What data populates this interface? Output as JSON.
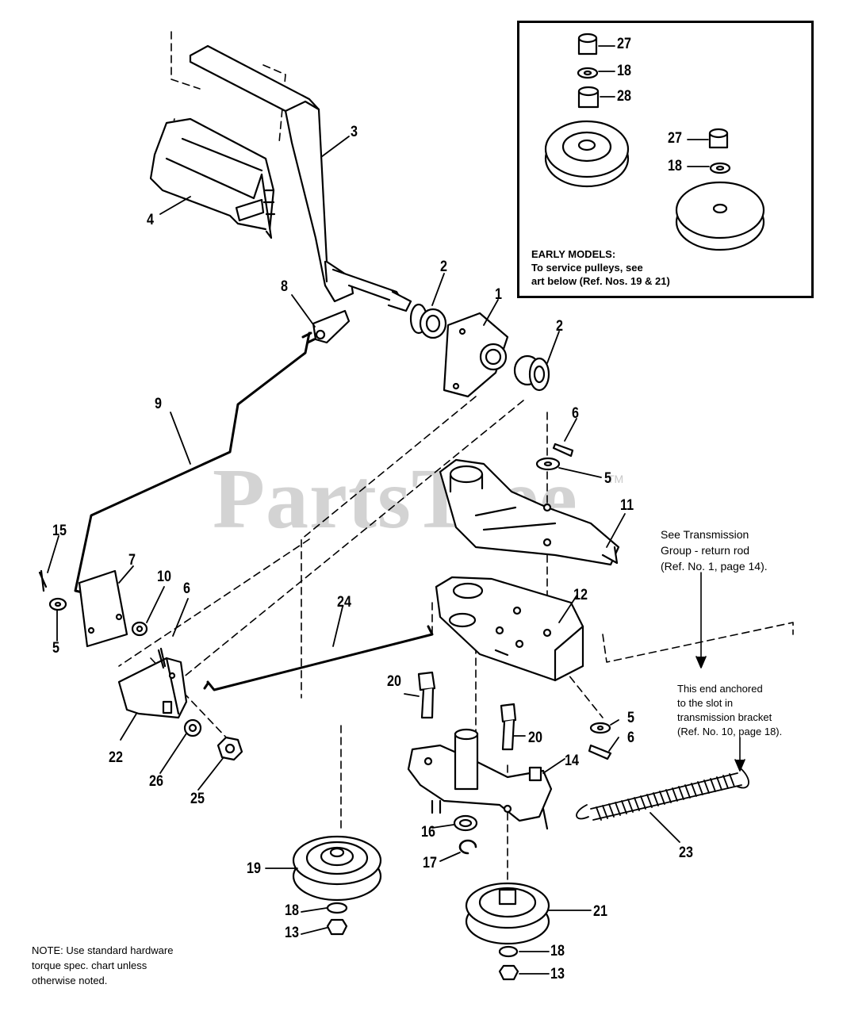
{
  "watermark": {
    "text": "PartsTree",
    "tm": "TM"
  },
  "inset": {
    "callouts": [
      "27",
      "18",
      "28",
      "27",
      "18"
    ],
    "title": "EARLY MODELS:",
    "lines": [
      "To service pulleys, see",
      "art below (Ref. Nos. 19 & 21)"
    ]
  },
  "callouts": {
    "p1": "1",
    "p2a": "2",
    "p2b": "2",
    "p3": "3",
    "p4": "4",
    "p5a": "5",
    "p5b": "5",
    "p5c": "5",
    "p6a": "6",
    "p6b": "6",
    "p6c": "6",
    "p7": "7",
    "p8": "8",
    "p9": "9",
    "p10": "10",
    "p11": "11",
    "p12": "12",
    "p13a": "13",
    "p13b": "13",
    "p14": "14",
    "p15": "15",
    "p16": "16",
    "p17": "17",
    "p18a": "18",
    "p18b": "18",
    "p19": "19",
    "p20a": "20",
    "p20b": "20",
    "p21": "21",
    "p22": "22",
    "p23": "23",
    "p24": "24",
    "p25": "25",
    "p26": "26"
  },
  "notes": {
    "transmission": [
      "See Transmission",
      "Group - return rod",
      "(Ref. No. 1, page 14)."
    ],
    "anchor": [
      "This end anchored",
      "to the slot in",
      "transmission bracket",
      "(Ref. No. 10, page 18)."
    ],
    "torque": [
      "NOTE: Use standard hardware",
      "torque spec. chart unless",
      "otherwise noted."
    ]
  }
}
